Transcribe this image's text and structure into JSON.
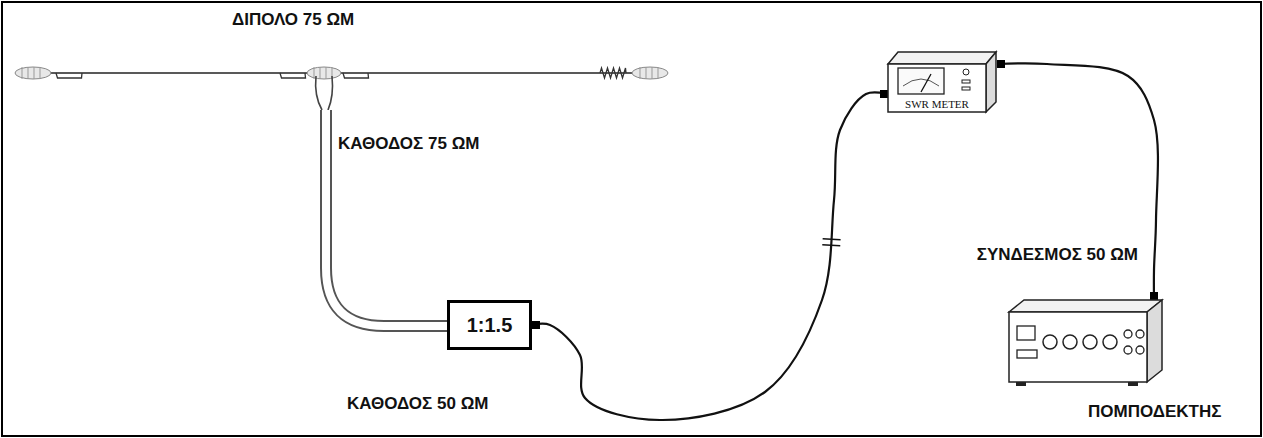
{
  "diagram": {
    "nodes": [
      {
        "text": [
          "1:1.5"
        ]
      },
      {
        "text": [
          "SWR METER"
        ]
      },
      {
        "text": [
          "ΠΟΜΠΟΔΕΚΤΗΣ"
        ]
      }
    ],
    "edges": [
      {
        "from": 0,
        "to": 1,
        "arrow": "none"
      },
      {
        "from": 1,
        "to": 2,
        "arrow": "none"
      }
    ],
    "labels": [
      "ΔΙΠΟΛΟ 75 ΩΜ",
      "ΚΑΘΟΔΟΣ 75 ΩΜ",
      "ΚΑΘΟΔΟΣ 50 ΩΜ",
      "ΣΥΝΔΕΣΜΟΣ 50 ΩΜ"
    ]
  }
}
